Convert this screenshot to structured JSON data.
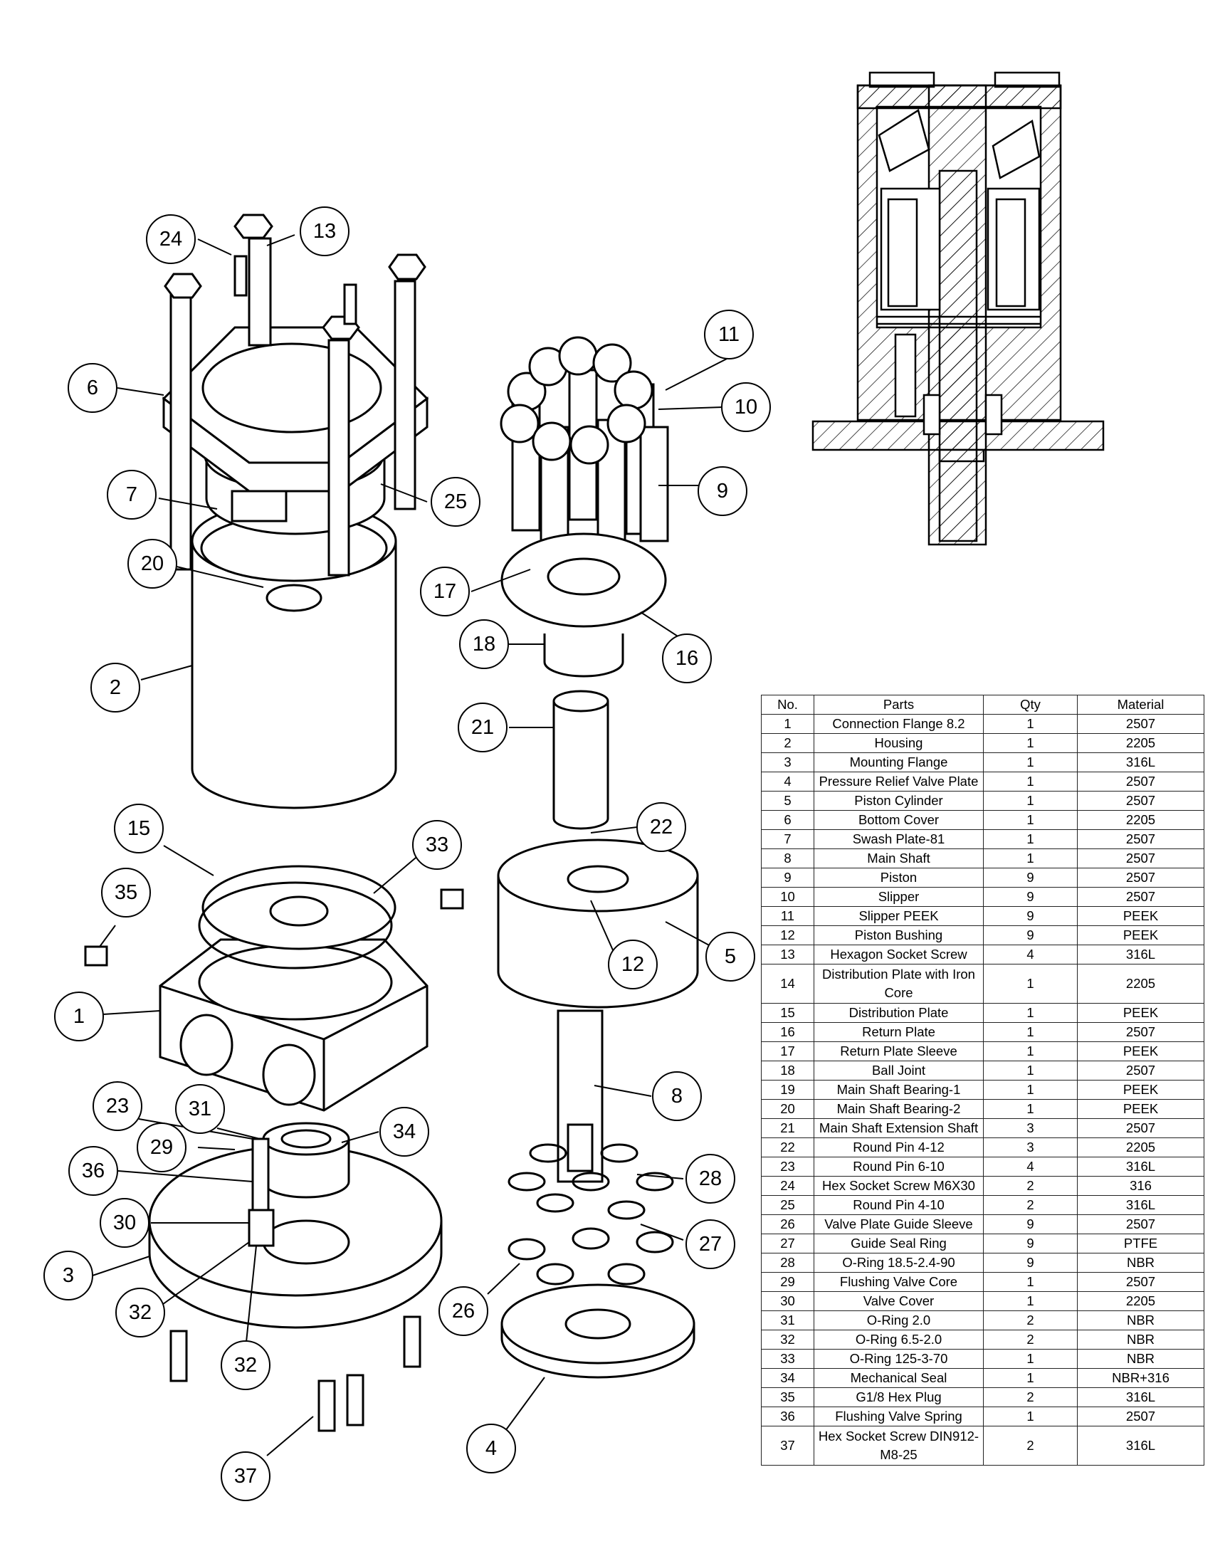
{
  "bom": {
    "headers": {
      "no": "No.",
      "parts": "Parts",
      "qty": "Qty",
      "material": "Material"
    },
    "rows": [
      {
        "no": "1",
        "part": "Connection Flange 8.2",
        "qty": "1",
        "material": "2507"
      },
      {
        "no": "2",
        "part": "Housing",
        "qty": "1",
        "material": "2205"
      },
      {
        "no": "3",
        "part": "Mounting Flange",
        "qty": "1",
        "material": "316L"
      },
      {
        "no": "4",
        "part": "Pressure Relief Valve Plate",
        "qty": "1",
        "material": "2507"
      },
      {
        "no": "5",
        "part": "Piston Cylinder",
        "qty": "1",
        "material": "2507"
      },
      {
        "no": "6",
        "part": "Bottom Cover",
        "qty": "1",
        "material": "2205"
      },
      {
        "no": "7",
        "part": "Swash Plate-81",
        "qty": "1",
        "material": "2507"
      },
      {
        "no": "8",
        "part": "Main Shaft",
        "qty": "1",
        "material": "2507"
      },
      {
        "no": "9",
        "part": "Piston",
        "qty": "9",
        "material": "2507"
      },
      {
        "no": "10",
        "part": "Slipper",
        "qty": "9",
        "material": "2507"
      },
      {
        "no": "11",
        "part": "Slipper PEEK",
        "qty": "9",
        "material": "PEEK"
      },
      {
        "no": "12",
        "part": "Piston Bushing",
        "qty": "9",
        "material": "PEEK"
      },
      {
        "no": "13",
        "part": "Hexagon Socket Screw",
        "qty": "4",
        "material": "316L"
      },
      {
        "no": "14",
        "part": "Distribution Plate with Iron Core",
        "qty": "1",
        "material": "2205"
      },
      {
        "no": "15",
        "part": "Distribution Plate",
        "qty": "1",
        "material": "PEEK"
      },
      {
        "no": "16",
        "part": "Return Plate",
        "qty": "1",
        "material": "2507"
      },
      {
        "no": "17",
        "part": "Return Plate Sleeve",
        "qty": "1",
        "material": "PEEK"
      },
      {
        "no": "18",
        "part": "Ball Joint",
        "qty": "1",
        "material": "2507"
      },
      {
        "no": "19",
        "part": "Main Shaft Bearing-1",
        "qty": "1",
        "material": "PEEK"
      },
      {
        "no": "20",
        "part": "Main Shaft Bearing-2",
        "qty": "1",
        "material": "PEEK"
      },
      {
        "no": "21",
        "part": "Main Shaft Extension Shaft",
        "qty": "3",
        "material": "2507"
      },
      {
        "no": "22",
        "part": "Round Pin 4-12",
        "qty": "3",
        "material": "2205"
      },
      {
        "no": "23",
        "part": "Round Pin 6-10",
        "qty": "4",
        "material": "316L"
      },
      {
        "no": "24",
        "part": "Hex Socket Screw M6X30",
        "qty": "2",
        "material": "316"
      },
      {
        "no": "25",
        "part": "Round Pin 4-10",
        "qty": "2",
        "material": "316L"
      },
      {
        "no": "26",
        "part": "Valve Plate Guide Sleeve",
        "qty": "9",
        "material": "2507"
      },
      {
        "no": "27",
        "part": "Guide Seal Ring",
        "qty": "9",
        "material": "PTFE"
      },
      {
        "no": "28",
        "part": "O-Ring 18.5-2.4-90",
        "qty": "9",
        "material": "NBR"
      },
      {
        "no": "29",
        "part": "Flushing Valve Core",
        "qty": "1",
        "material": "2507"
      },
      {
        "no": "30",
        "part": "Valve Cover",
        "qty": "1",
        "material": "2205"
      },
      {
        "no": "31",
        "part": "O-Ring 2.0",
        "qty": "2",
        "material": "NBR"
      },
      {
        "no": "32",
        "part": "O-Ring 6.5-2.0",
        "qty": "2",
        "material": "NBR"
      },
      {
        "no": "33",
        "part": "O-Ring 125-3-70",
        "qty": "1",
        "material": "NBR"
      },
      {
        "no": "34",
        "part": "Mechanical Seal",
        "qty": "1",
        "material": "NBR+316"
      },
      {
        "no": "35",
        "part": "G1/8 Hex Plug",
        "qty": "2",
        "material": "316L"
      },
      {
        "no": "36",
        "part": "Flushing Valve Spring",
        "qty": "1",
        "material": "2507"
      },
      {
        "no": "37",
        "part": "Hex Socket Screw DIN912-M8-25",
        "qty": "2",
        "material": "316L"
      }
    ]
  },
  "callouts": [
    "1",
    "2",
    "3",
    "4",
    "5",
    "6",
    "7",
    "8",
    "9",
    "10",
    "11",
    "12",
    "13",
    "15",
    "16",
    "17",
    "18",
    "20",
    "21",
    "22",
    "23",
    "24",
    "25",
    "26",
    "27",
    "28",
    "29",
    "30",
    "31",
    "32",
    "32",
    "33",
    "34",
    "35",
    "36",
    "37"
  ]
}
